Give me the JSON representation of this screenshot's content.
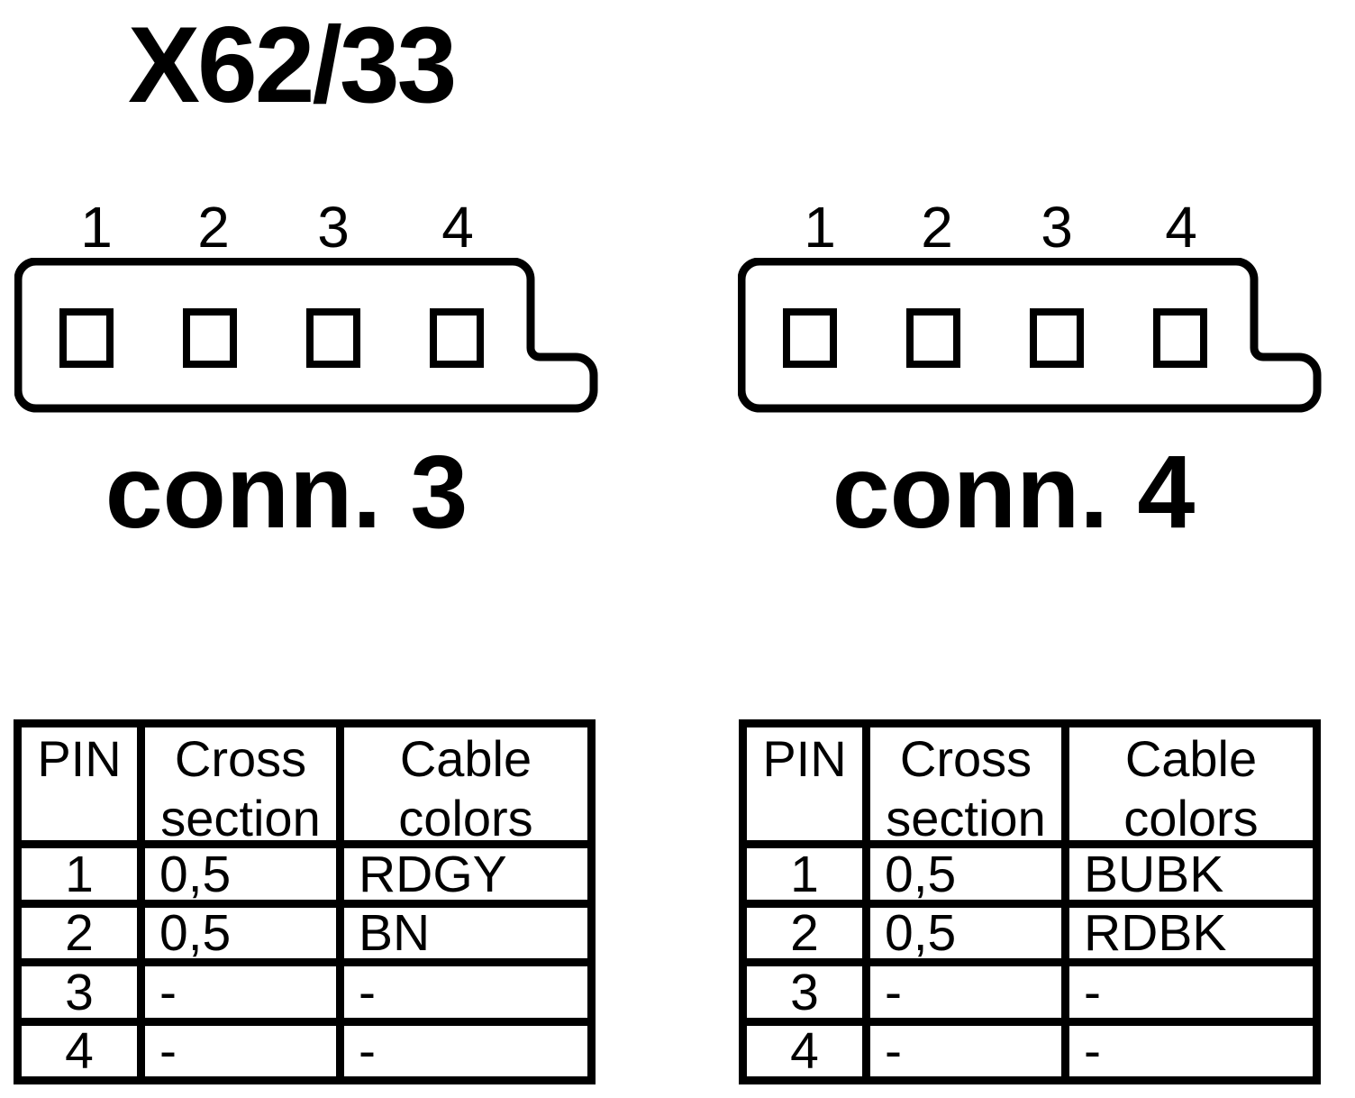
{
  "title": "X62/33",
  "colors": {
    "ink": "#000000",
    "background": "#ffffff"
  },
  "connectors": [
    {
      "name": "conn. 3",
      "pins": [
        "1",
        "2",
        "3",
        "4"
      ]
    },
    {
      "name": "conn. 4",
      "pins": [
        "1",
        "2",
        "3",
        "4"
      ]
    }
  ],
  "tables": [
    {
      "connector": "conn. 3",
      "headers": [
        "PIN",
        "Cross section",
        "Cable colors"
      ],
      "rows": [
        [
          "1",
          "0,5",
          "RDGY"
        ],
        [
          "2",
          "0,5",
          "BN"
        ],
        [
          "3",
          "-",
          "-"
        ],
        [
          "4",
          "-",
          "-"
        ]
      ]
    },
    {
      "connector": "conn. 4",
      "headers": [
        "PIN",
        "Cross section",
        "Cable colors"
      ],
      "rows": [
        [
          "1",
          "0,5",
          "BUBK"
        ],
        [
          "2",
          "0,5",
          "RDBK"
        ],
        [
          "3",
          "-",
          "-"
        ],
        [
          "4",
          "-",
          "-"
        ]
      ]
    }
  ]
}
